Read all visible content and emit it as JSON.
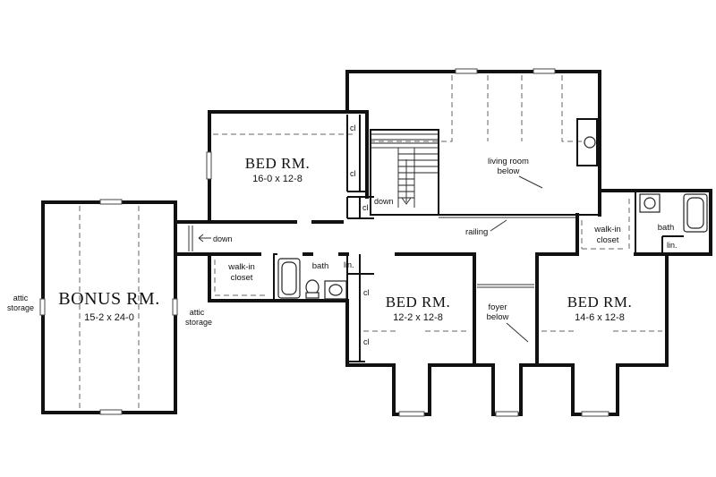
{
  "rooms": {
    "bed1": {
      "title": "BED RM.",
      "dims": "16-0  x  12-8"
    },
    "bed2": {
      "title": "BED RM.",
      "dims": "12-2  x  12-8"
    },
    "bed3": {
      "title": "BED RM.",
      "dims": "14-6  x  12-8"
    },
    "bonus": {
      "title": "BONUS RM.",
      "dims": "15-2  x  24-0"
    }
  },
  "labels": {
    "living_below_1": "living room",
    "living_below_2": "below",
    "railing": "railing",
    "down_stair": "down",
    "down_hall": "down",
    "walkin_left_1": "walk-in",
    "walkin_left_2": "closet",
    "walkin_right_1": "walk-in",
    "walkin_right_2": "closet",
    "bath_left": "bath",
    "bath_right": "bath",
    "lin_left": "lin.",
    "lin_right": "lin.",
    "foyer_1": "foyer",
    "foyer_2": "below",
    "attic_left_1": "attic",
    "attic_left_2": "storage",
    "attic_right_1": "attic",
    "attic_right_2": "storage",
    "cl": "cl"
  }
}
